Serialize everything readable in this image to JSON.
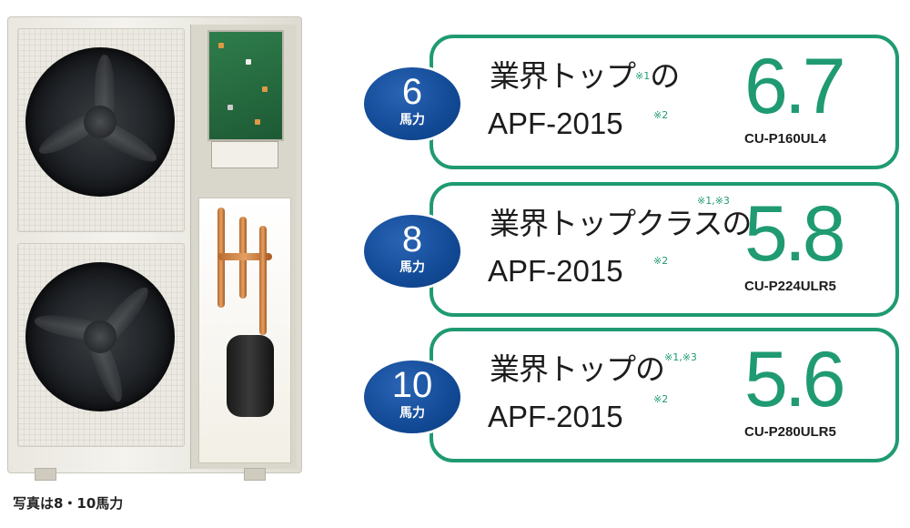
{
  "caption": "写真は8・10馬力",
  "cards": [
    {
      "badge_number": "6",
      "badge_unit": "馬力",
      "title": "業界トップ",
      "title_note": "※1",
      "title_suffix": "の",
      "subtitle": "APF-2015",
      "subtitle_note": "※2",
      "value": "6.7",
      "model": "CU-P160UL4"
    },
    {
      "badge_number": "8",
      "badge_unit": "馬力",
      "title": "業界トップクラスの",
      "title_note": "※1,※3",
      "subtitle": "APF-2015",
      "subtitle_note": "※2",
      "value": "5.8",
      "model": "CU-P224ULR5"
    },
    {
      "badge_number": "10",
      "badge_unit": "馬力",
      "title": "業界トップの",
      "title_note": "※1,※3",
      "subtitle": "APF-2015",
      "subtitle_note": "※2",
      "value": "5.6",
      "model": "CU-P280ULR5"
    }
  ],
  "colors": {
    "accent_green": "#1f9a72",
    "badge_blue": "#124a96"
  }
}
